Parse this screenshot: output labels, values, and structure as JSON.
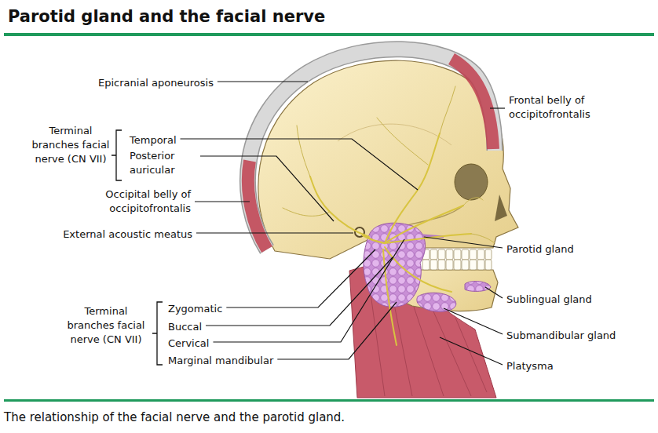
{
  "diagram": {
    "title": "Parotid gland and the facial nerve",
    "caption": "The relationship of the facial nerve and the parotid gland.",
    "labels": [
      "Epicranial aponeurosis",
      "Terminal branches facial nerve (CN VII)",
      "Temporal",
      "Posterior auricular",
      "Occipital belly of occipitofrontalis",
      "External acoustic meatus",
      "Terminal branches facial nerve (CN VII)",
      "Zygomatic",
      "Buccal",
      "Cervical",
      "Marginal mandibular",
      "Frontal belly of occipitofrontalis",
      "Parotid gland",
      "Sublingual gland",
      "Submandibular gland",
      "Platysma"
    ]
  }
}
